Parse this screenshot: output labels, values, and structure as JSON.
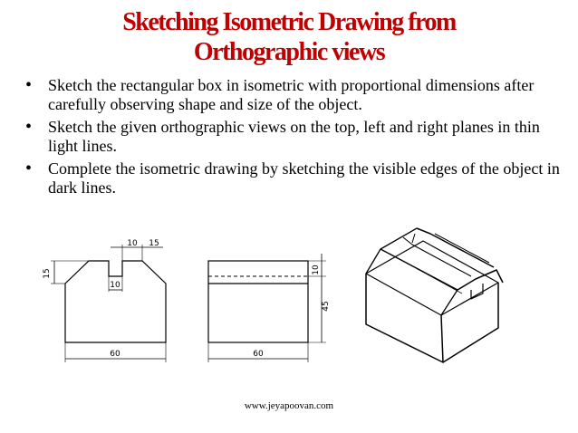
{
  "slide": {
    "title_line1": "Sketching Isometric Drawing from",
    "title_line2": "Orthographic views",
    "bullets": [
      "Sketch the rectangular box in isometric with proportional dimensions after carefully observing shape and size of the object.",
      "Sketch the given orthographic views on the top, left and right planes in thin light lines.",
      "Complete the isometric drawing by sketching the visible edges of the object in dark lines."
    ],
    "bullet_glyph": "•",
    "front_view": {
      "dim_height": "15",
      "dim_slot": "10",
      "dim_top_a": "10",
      "dim_top_b": "15",
      "dim_width": "60"
    },
    "side_view": {
      "dim_top": "10",
      "dim_height": "45",
      "dim_width": "60"
    },
    "footer": "www.jeyapoovan.com",
    "colors": {
      "title": "#c00000",
      "text": "#000000"
    }
  }
}
